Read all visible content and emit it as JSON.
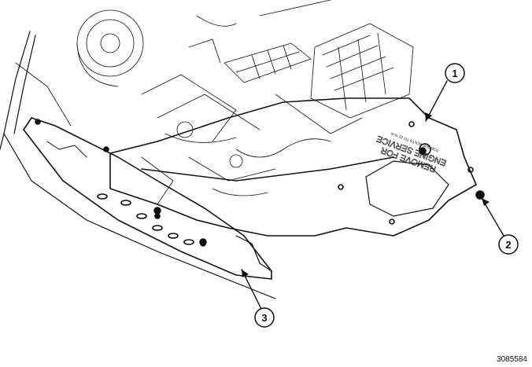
{
  "figure": {
    "id": "3085584"
  },
  "callouts": [
    {
      "number": "1"
    },
    {
      "number": "2"
    },
    {
      "number": "3"
    }
  ],
  "shield_text": {
    "line1": "REMOVE FOR",
    "line2": "ENGINE SERVICE",
    "line3": "TORQUE BOLTS TO 22 N·m"
  },
  "colors": {
    "line": "#111111",
    "background": "#ffffff"
  }
}
